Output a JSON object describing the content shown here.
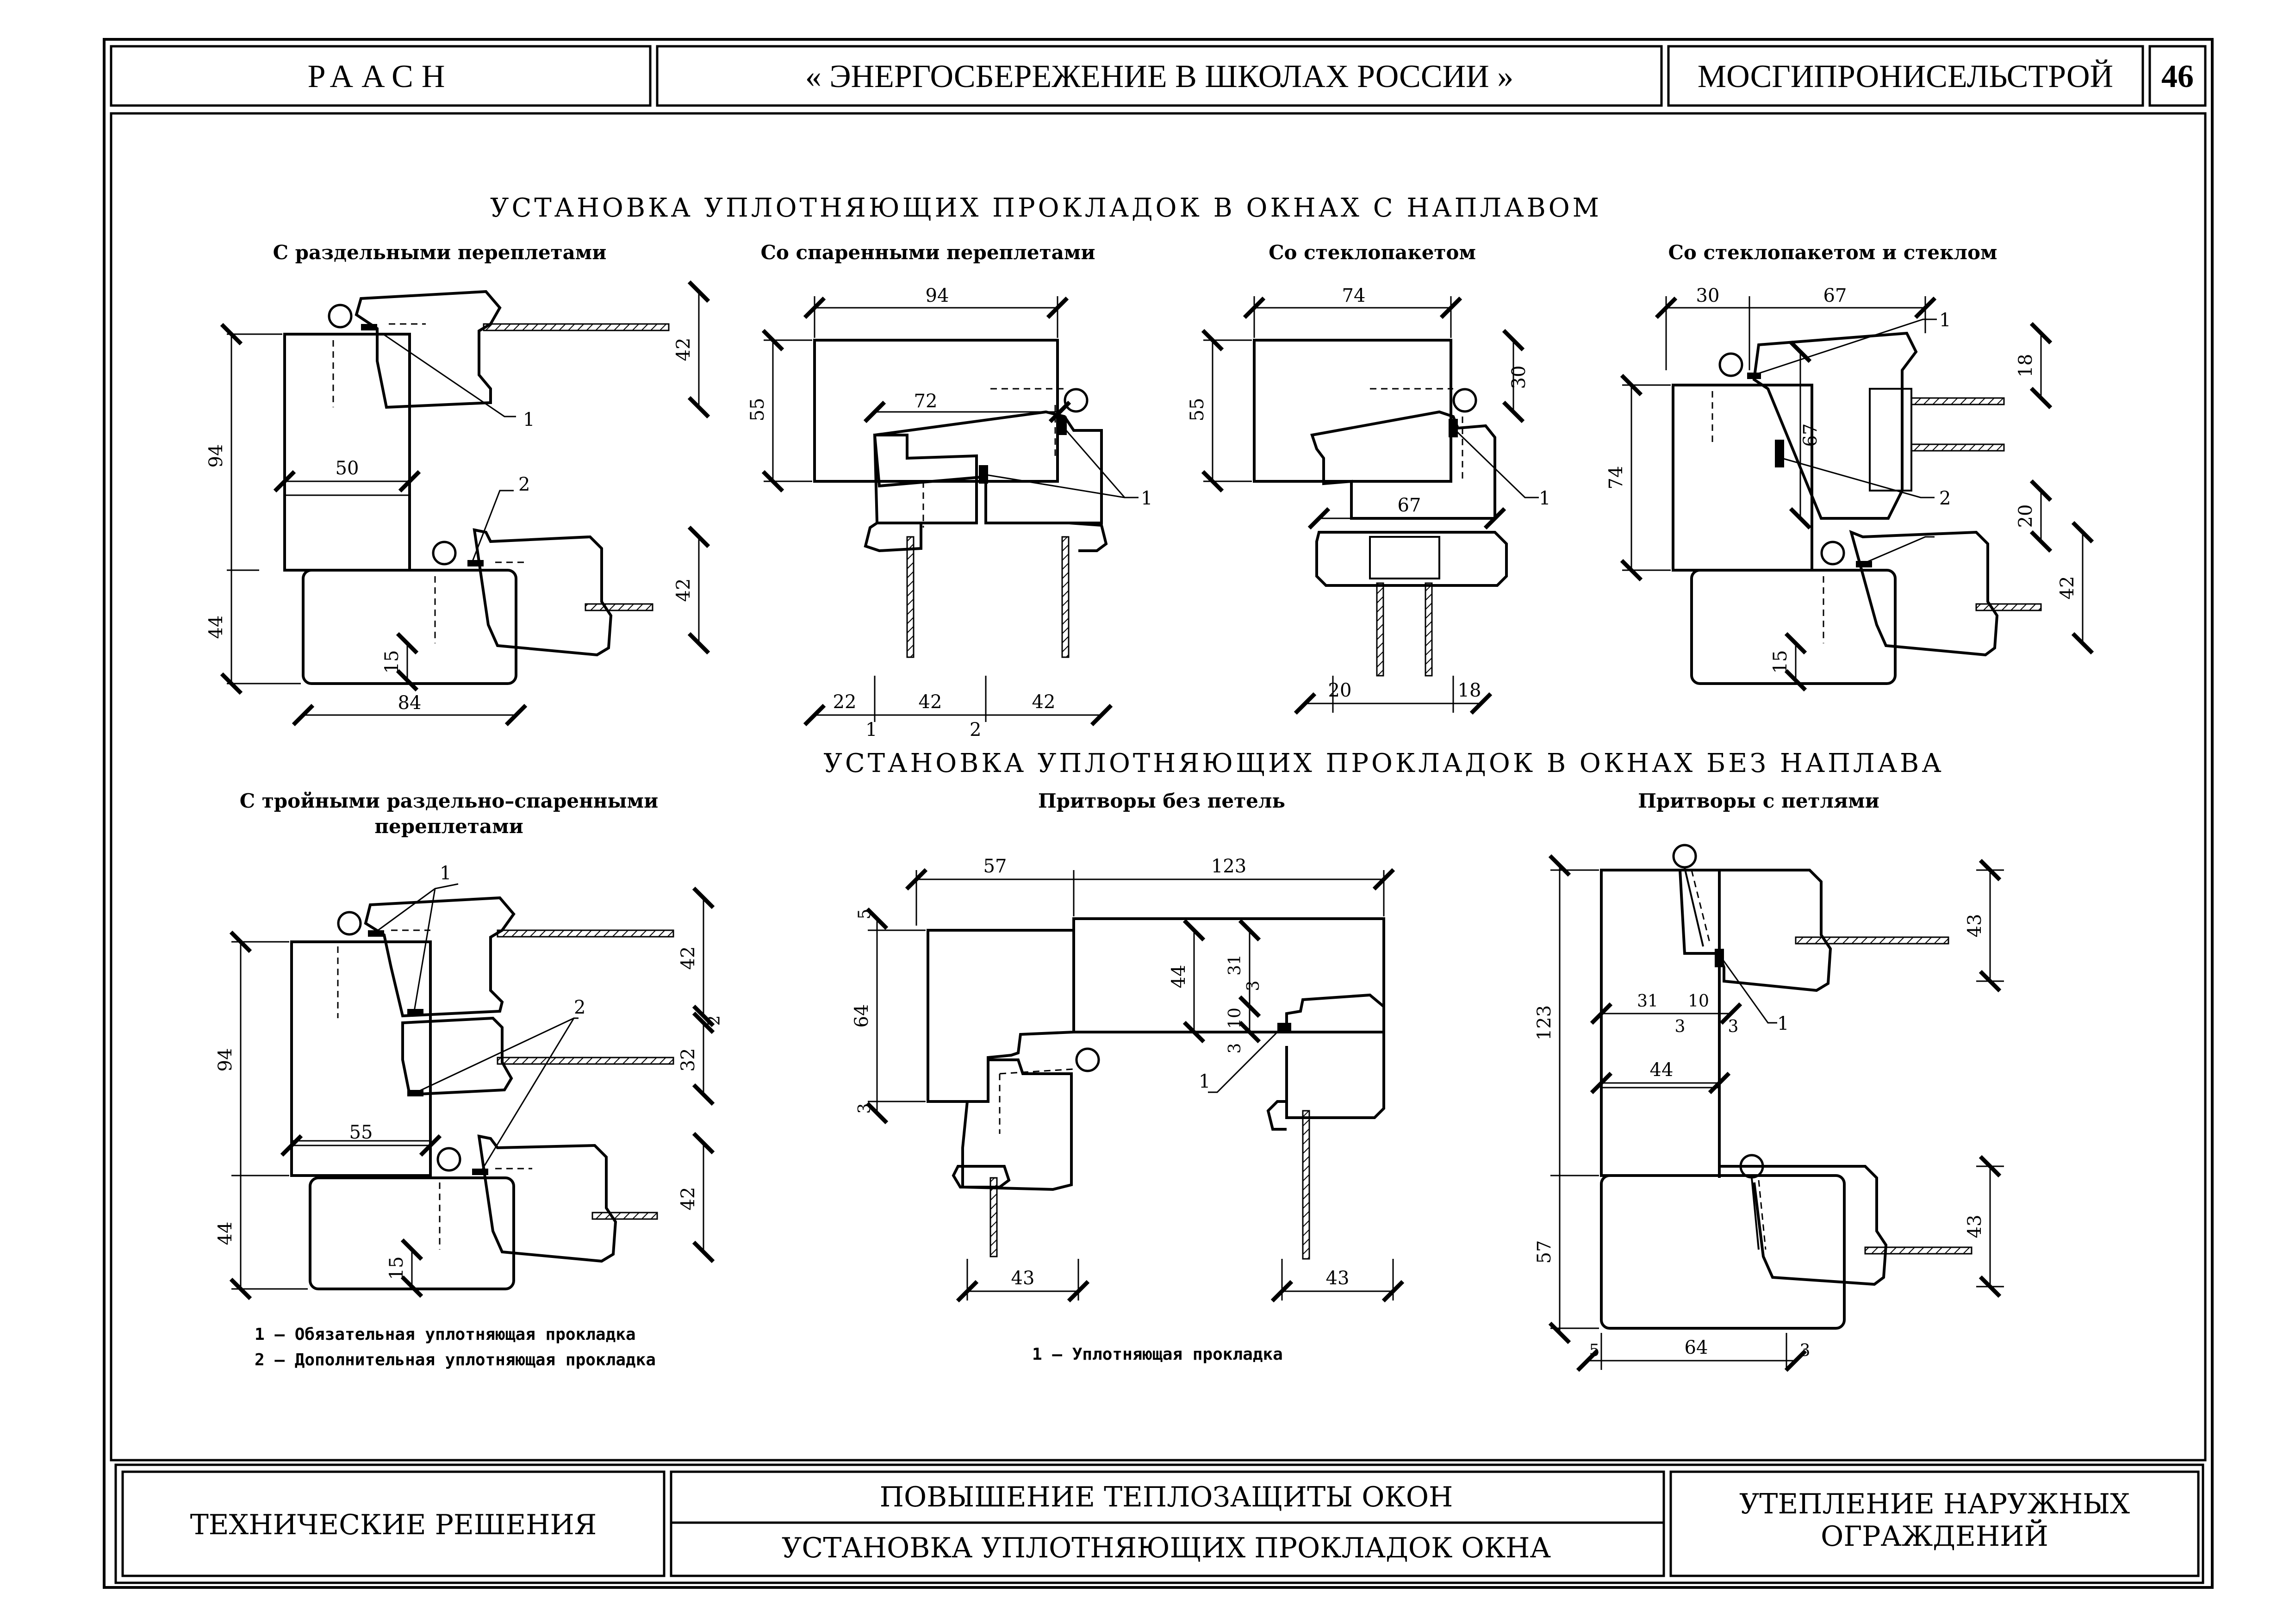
{
  "header": {
    "org": "РААСН",
    "program": "« ЭНЕРГОСБЕРЕЖЕНИЕ В ШКОЛАХ РОССИИ »",
    "institute": "МОСГИПРОНИСЕЛЬСТРОЙ",
    "sheet_number": "46"
  },
  "section1": {
    "title": "УСТАНОВКА УПЛОТНЯЮЩИХ ПРОКЛАДОК В ОКНАХ С НАПЛАВОМ",
    "d1": {
      "title": "С раздельными переплетами",
      "dims": {
        "h_top": "94",
        "h_bot": "44",
        "w_mid": "50",
        "w_bot": "84",
        "s15": "15",
        "r42a": "42",
        "r42b": "42"
      },
      "callouts": {
        "c1": "1",
        "c2": "2"
      }
    },
    "d2": {
      "title": "Со спаренными переплетами",
      "dims": {
        "w_top": "94",
        "h55": "55",
        "w72": "72",
        "b22": "22",
        "b42a": "42",
        "b42b": "42",
        "m1": "1",
        "m2": "2"
      },
      "callouts": {
        "c1": "1"
      }
    },
    "d3": {
      "title": "Со стеклопакетом",
      "dims": {
        "w_top": "74",
        "h55": "55",
        "r30": "30",
        "w67": "67",
        "b20": "20",
        "b18": "18"
      },
      "callouts": {
        "c1": "1"
      }
    },
    "d4": {
      "title": "Со стеклопакетом и стеклом",
      "dims": {
        "t30": "30",
        "t67": "67",
        "r18": "18",
        "h74": "74",
        "v67": "67",
        "r20": "20",
        "r42": "42",
        "s15": "15"
      },
      "callouts": {
        "c1": "1",
        "c2": "2"
      }
    }
  },
  "section2": {
    "title": "УСТАНОВКА УПЛОТНЯЮЩИХ ПРОКЛАДОК В ОКНАХ БЕЗ НАПЛАВА",
    "d5": {
      "title_line1": "С тройными раздельно–спаренными",
      "title_line2": "переплетами",
      "dims": {
        "h94": "94",
        "h44": "44",
        "w55": "55",
        "s15": "15",
        "r42a": "42",
        "r32": "32",
        "r2": "2",
        "r42b": "42"
      },
      "callouts": {
        "c1": "1",
        "c2": "2"
      }
    },
    "d6": {
      "title": "Притворы без петель",
      "dims": {
        "t57": "57",
        "t123": "123",
        "l5": "5",
        "l64": "64",
        "l3": "3",
        "v44": "44",
        "v31": "31",
        "v10": "10",
        "v3a": "3",
        "v3b": "3",
        "b43a": "43",
        "b43b": "43"
      },
      "callouts": {
        "c1": "1"
      }
    },
    "d7": {
      "title": "Притворы с петлями",
      "dims": {
        "l123": "123",
        "l57": "57",
        "r43a": "43",
        "r43b": "43",
        "w31": "31",
        "w10": "10",
        "w3a": "3",
        "w3b": "3",
        "w44": "44",
        "b5": "5",
        "b64": "64",
        "b3": "3"
      },
      "callouts": {
        "c1": "1"
      }
    }
  },
  "legend": {
    "left": [
      "1 –  Обязательная уплотняющая прокладка",
      "2 –  Дополнительная уплотняющая прокладка"
    ],
    "middle": "1 –  Уплотняющая прокладка"
  },
  "footer": {
    "category": "ТЕХНИЧЕСКИЕ РЕШЕНИЯ",
    "topic": "ПОВЫШЕНИЕ ТЕПЛОЗАЩИТЫ ОКОН",
    "subtopic": "УСТАНОВКА УПЛОТНЯЮЩИХ ПРОКЛАДОК ОКНА",
    "section_line1": "УТЕПЛЕНИЕ НАРУЖНЫХ",
    "section_line2": "ОГРАЖДЕНИЙ"
  }
}
